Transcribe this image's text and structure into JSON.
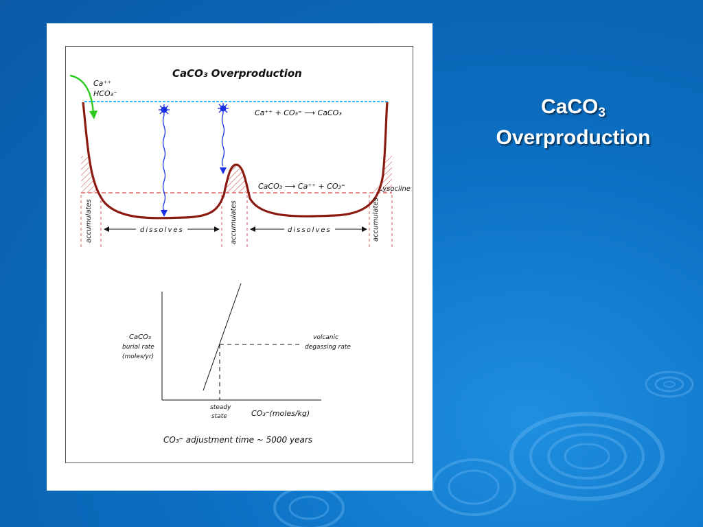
{
  "slide": {
    "title_main": "CaCO",
    "title_sub": "3",
    "title_line2": "Overproduction"
  },
  "figure": {
    "title": "CaCO₃ Overproduction",
    "inflow_ion1": "Ca⁺⁺",
    "inflow_ion2": "HCO₃⁻",
    "reaction_top": "Ca⁺⁺ + CO₃⁼ ⟶ CaCO₃",
    "reaction_mid": "CaCO₃ ⟶ Ca⁺⁺ + CO₃⁼",
    "lysocline": "Lysocline",
    "accumulates": "accumulates",
    "dissolves": "dissolves",
    "graph": {
      "ylabel_line1": "CaCO₃",
      "ylabel_line2": "burial rate",
      "ylabel_line3": "(moles/yr)",
      "ref_label_line1": "volcanic",
      "ref_label_line2": "degassing rate",
      "steady_line1": "steady",
      "steady_line2": "state",
      "xlabel": "CO₃⁼(moles/kg)"
    },
    "footer": "CO₃⁼  adjustment time ~ 5000 years"
  },
  "colors": {
    "basin": "#8b1a10",
    "sea_surface": "#33b5ff",
    "arrow_green": "#2ecc1f",
    "particle_blue": "#1a2ee6",
    "lysocline_line": "#d45050",
    "background": "#0b6fc2"
  }
}
